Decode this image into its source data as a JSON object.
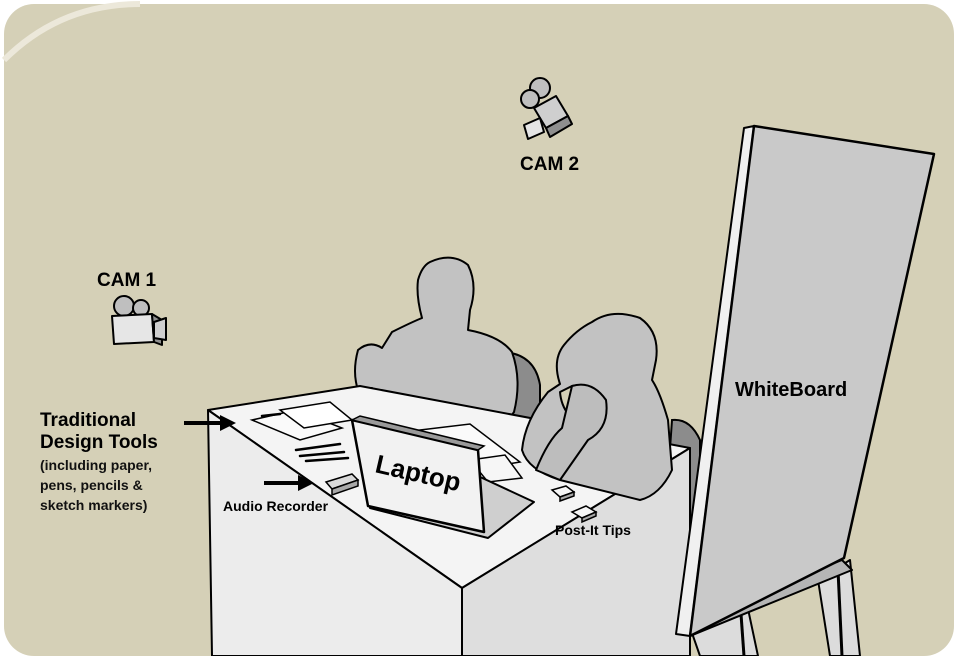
{
  "labels": {
    "cam1": "CAM 1",
    "cam2": "CAM 2",
    "whiteboard": "WhiteBoard",
    "laptop": "Laptop",
    "audio_recorder": "Audio Recorder",
    "post_it": "Post-It Tips",
    "tools_title_1": "Traditional",
    "tools_title_2": "Design Tools",
    "tools_note_1": "(including paper,",
    "tools_note_2": "pens, pencils &",
    "tools_note_3": "sketch markers)"
  },
  "icons": [
    "camera-icon",
    "camera-icon",
    "arrow-right-icon",
    "arrow-right-icon"
  ],
  "colors": {
    "background": "#d5d0b7",
    "figure": "#c2c2c2",
    "table_top": "#f4f4f4",
    "table_front": "#eaeaea",
    "table_side": "#dcdcdc",
    "whiteboard": "#c9c9c9"
  }
}
